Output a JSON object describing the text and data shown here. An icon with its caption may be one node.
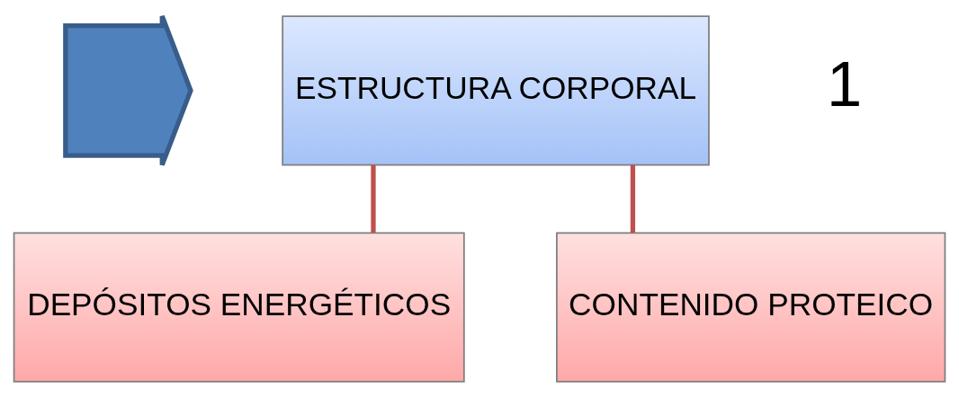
{
  "diagram": {
    "nodes": [
      {
        "text": [],
        "shape": "arrow"
      },
      {
        "text": [
          "ESTRUCTURA CORPORAL"
        ]
      },
      {
        "text": [
          "DEPÓSITOS ENERGÉTICOS"
        ]
      },
      {
        "text": [
          "CONTENIDO PROTEICO"
        ]
      }
    ],
    "edges": [
      {
        "from": 1,
        "to": 2,
        "arrow": "none",
        "color": "#c0504d"
      },
      {
        "from": 1,
        "to": 3,
        "arrow": "none",
        "color": "#c0504d"
      }
    ],
    "labels": [
      "1"
    ]
  }
}
